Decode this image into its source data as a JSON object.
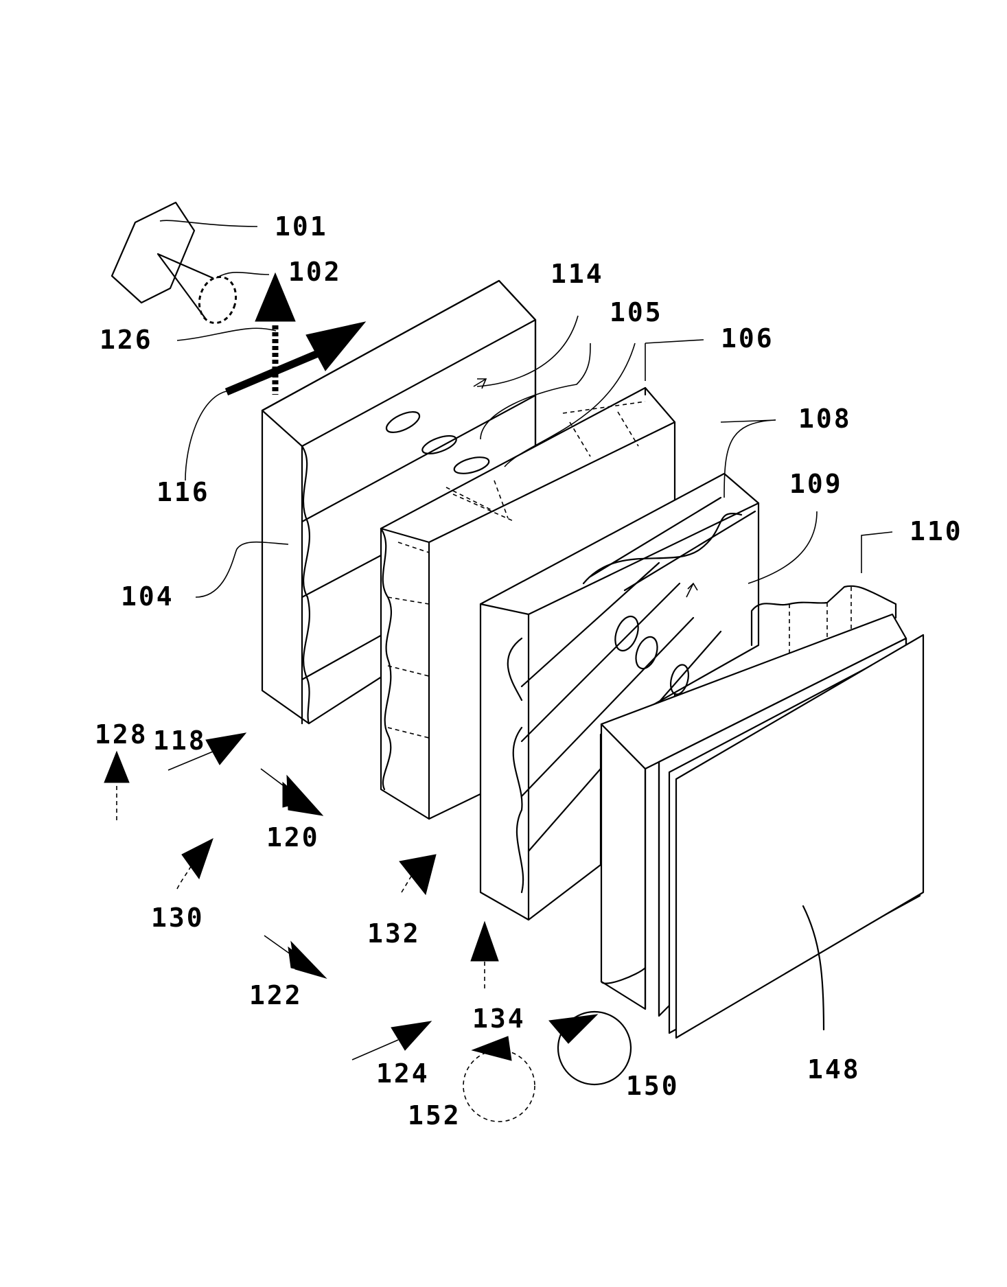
{
  "figure": {
    "labels": {
      "l101": "101",
      "l102": "102",
      "l104": "104",
      "l105": "105",
      "l106": "106",
      "l108": "108",
      "l109": "109",
      "l110": "110",
      "l114": "114",
      "l116": "116",
      "l118": "118",
      "l120": "120",
      "l122": "122",
      "l124": "124",
      "l126": "126",
      "l128": "128",
      "l130": "130",
      "l132": "132",
      "l134": "134",
      "l148": "148",
      "l150": "150",
      "l152": "152"
    }
  }
}
